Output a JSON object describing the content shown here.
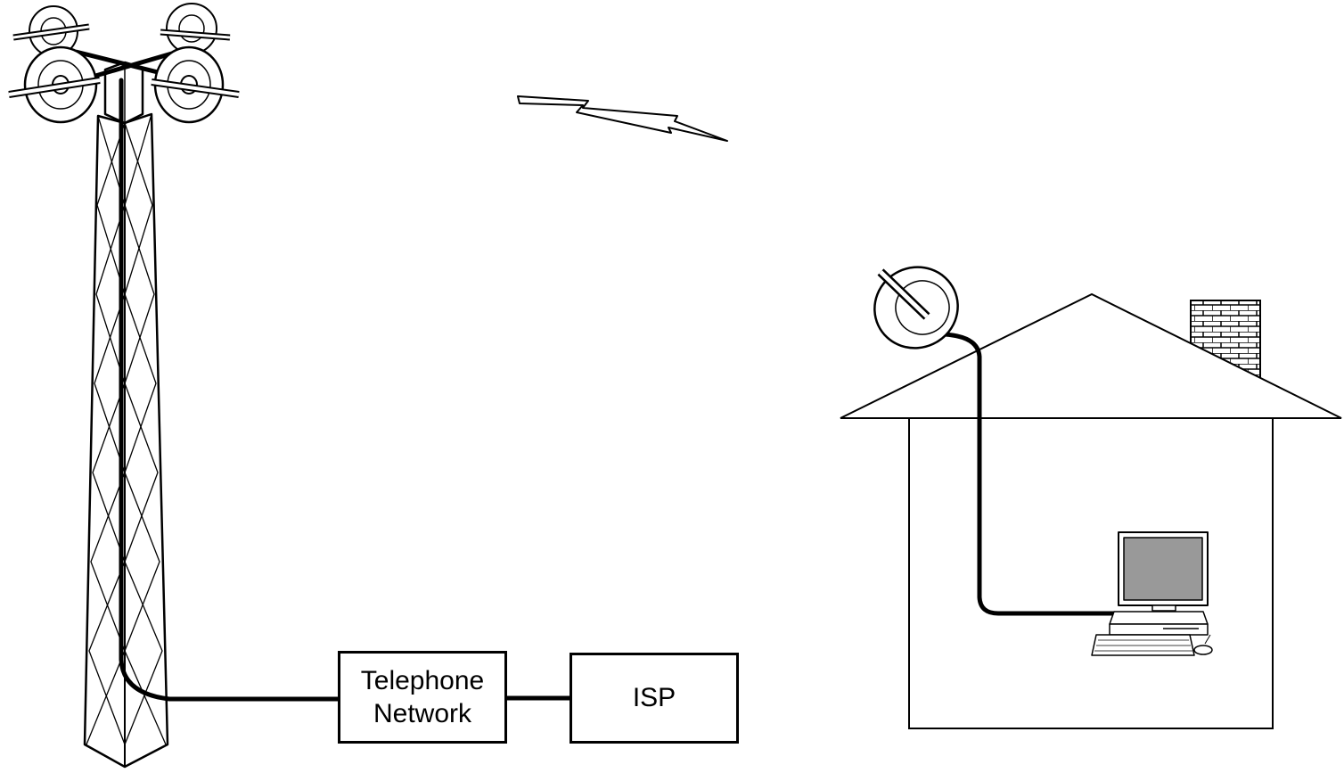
{
  "nodes": {
    "telephone_network": {
      "line1": "Telephone",
      "line2": "Network"
    },
    "isp": {
      "label": "ISP"
    }
  },
  "colors": {
    "stroke": "#000000",
    "background": "#ffffff",
    "screen": "#999999",
    "light_fill": "#eeeeee"
  }
}
